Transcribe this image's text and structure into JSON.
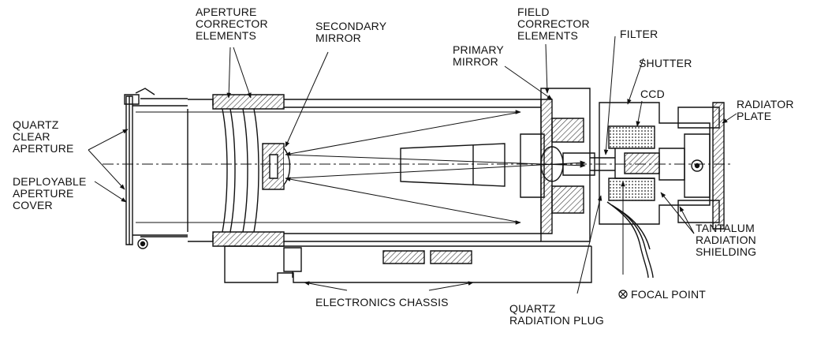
{
  "labels": {
    "aperture_corrector": [
      "APERTURE",
      "CORRECTOR",
      "ELEMENTS"
    ],
    "secondary_mirror": [
      "SECONDARY",
      "MIRROR"
    ],
    "field_corrector": [
      "FIELD",
      "CORRECTOR",
      "ELEMENTS"
    ],
    "primary_mirror": [
      "PRIMARY",
      "MIRROR"
    ],
    "filter": [
      "FILTER"
    ],
    "shutter": [
      "SHUTTER"
    ],
    "ccd": [
      "CCD"
    ],
    "radiator_plate": [
      "RADIATOR",
      "PLATE"
    ],
    "quartz_clear_aperture": [
      "QUARTZ",
      "CLEAR",
      "APERTURE"
    ],
    "deployable_cover": [
      "DEPLOYABLE",
      "APERTURE",
      "COVER"
    ],
    "tantalum_shielding": [
      "TANTALUM",
      "RADIATION",
      "SHIELDING"
    ],
    "electronics_chassis": [
      "ELECTRONICS CHASSIS"
    ],
    "focal_point": [
      "FOCAL POINT"
    ],
    "quartz_plug": [
      "QUARTZ",
      "RADIATION PLUG"
    ]
  },
  "colors": {
    "ink": "#111111",
    "paper": "#ffffff",
    "hatch": "#333333"
  }
}
